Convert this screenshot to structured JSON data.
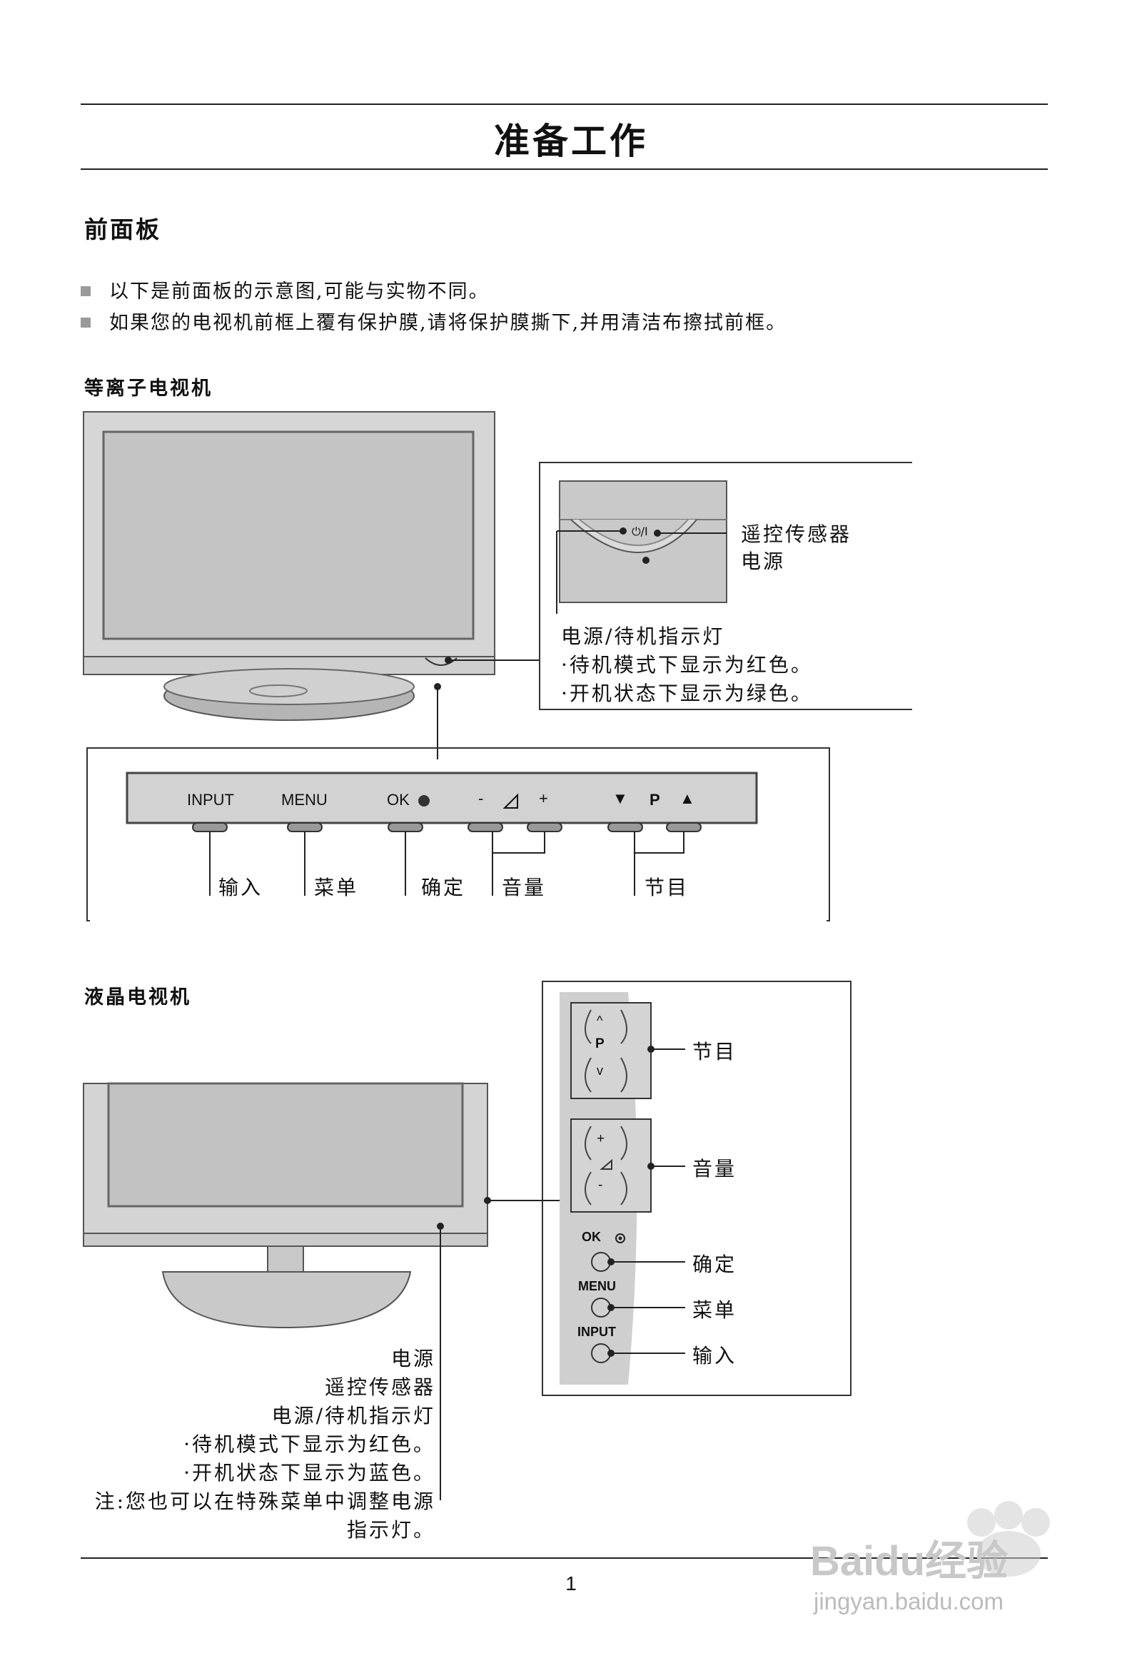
{
  "page_title": "准备工作",
  "section_title": "前面板",
  "bullets": [
    "以下是前面板的示意图,可能与实物不同。",
    "如果您的电视机前框上覆有保护膜,请将保护膜撕下,并用清洁布擦拭前框。"
  ],
  "plasma": {
    "heading": "等离子电视机",
    "inset_labels": {
      "sensor": "遥控传感器",
      "power": "电源",
      "power_symbol": "⏻/I"
    },
    "indicator": {
      "title": "电源/待机指示灯",
      "line1": "·待机模式下显示为红色。",
      "line2": "·开机状态下显示为绿色。"
    },
    "buttons": {
      "input": "INPUT",
      "menu": "MENU",
      "ok": "OK",
      "minus": "-",
      "vol_icon": "◿",
      "plus": "+",
      "down": "▼",
      "p": "P",
      "up": "▲"
    },
    "button_labels": {
      "input": "输入",
      "menu": "菜单",
      "ok": "确定",
      "volume": "音量",
      "program": "节目"
    }
  },
  "lcd": {
    "heading": "液晶电视机",
    "side_labels": {
      "program": "节目",
      "volume": "音量",
      "ok": "确定",
      "menu": "菜单",
      "input": "输入"
    },
    "side_buttons": {
      "ok": "OK",
      "menu": "MENU",
      "input": "INPUT",
      "p": "P",
      "up": "^",
      "down": "v",
      "plus": "+",
      "minus": "-"
    },
    "notes": {
      "power": "电源",
      "sensor": "遥控传感器",
      "indicator": "电源/待机指示灯",
      "line1": "·待机模式下显示为红色。",
      "line2": "·开机状态下显示为蓝色。",
      "note": "注:您也可以在特殊菜单中调整电源",
      "note2": "指示灯。"
    }
  },
  "page_number": "1",
  "watermark": {
    "brand": "Baidu经验",
    "url": "jingyan.baidu.com"
  }
}
